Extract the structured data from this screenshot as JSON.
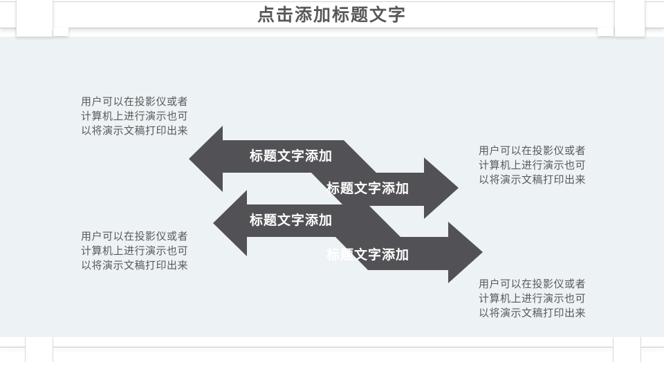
{
  "title": "点击添加标题文字",
  "colors": {
    "arrow_fill": "#525256",
    "canvas_bg": "#edf2f5",
    "title_text": "#58585b",
    "body_text": "#595959",
    "label_text": "#ffffff"
  },
  "arrows": [
    {
      "label": "标题文字添加",
      "direction": "left"
    },
    {
      "label": "标题文字添加",
      "direction": "right"
    },
    {
      "label": "标题文字添加",
      "direction": "left"
    },
    {
      "label": "标题文字添加",
      "direction": "right"
    }
  ],
  "text_blocks": [
    {
      "text": "用户可以在投影仪或者计算机上进行演示也可以将演示文稿打印出来"
    },
    {
      "text": "用户可以在投影仪或者计算机上进行演示也可以将演示文稿打印出来"
    },
    {
      "text": "用户可以在投影仪或者计算机上进行演示也可以将演示文稿打印出来"
    },
    {
      "text": "用户可以在投影仪或者计算机上进行演示也可以将演示文稿打印出来"
    }
  ]
}
